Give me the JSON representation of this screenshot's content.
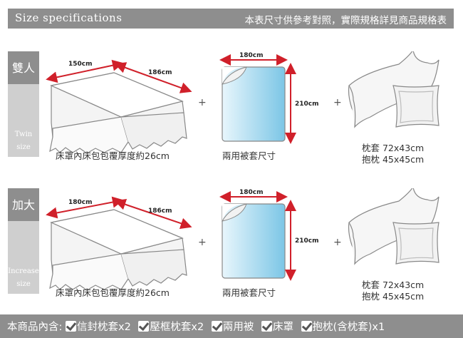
{
  "header": {
    "title": "Size specifications",
    "note": "本表尺寸供參考對照，實際規格詳見商品規格表"
  },
  "sizes": [
    {
      "label": "雙人",
      "label_en_1": "Twin",
      "label_en_2": "size",
      "bed_width": "150cm",
      "bed_length": "186cm",
      "bed_caption": "床罩內床包包覆厚度約26cm",
      "quilt_width": "180cm",
      "quilt_height": "210cm",
      "quilt_caption": "兩用被套尺寸",
      "pillowcase": "枕套  72x43cm",
      "cushion": "抱枕  45x45cm"
    },
    {
      "label": "加大",
      "label_en_1": "Increase",
      "label_en_2": "size",
      "bed_width": "180cm",
      "bed_length": "186cm",
      "bed_caption": "床罩內床包包覆厚度約26cm",
      "quilt_width": "180cm",
      "quilt_height": "210cm",
      "quilt_caption": "兩用被套尺寸",
      "pillowcase": "枕套  72x43cm",
      "cushion": "抱枕  45x45cm"
    }
  ],
  "plus": "+",
  "footer": {
    "intro": "本商品內含:",
    "items": [
      "信封枕套x2",
      "壓框枕套x2",
      "兩用被",
      "床罩",
      "抱枕(含枕套)x1"
    ]
  },
  "colors": {
    "bar": "#8e8e8e",
    "tab_light": "#cfcfcf",
    "arrow": "#d0202a",
    "quilt": "#8fd0ea"
  }
}
